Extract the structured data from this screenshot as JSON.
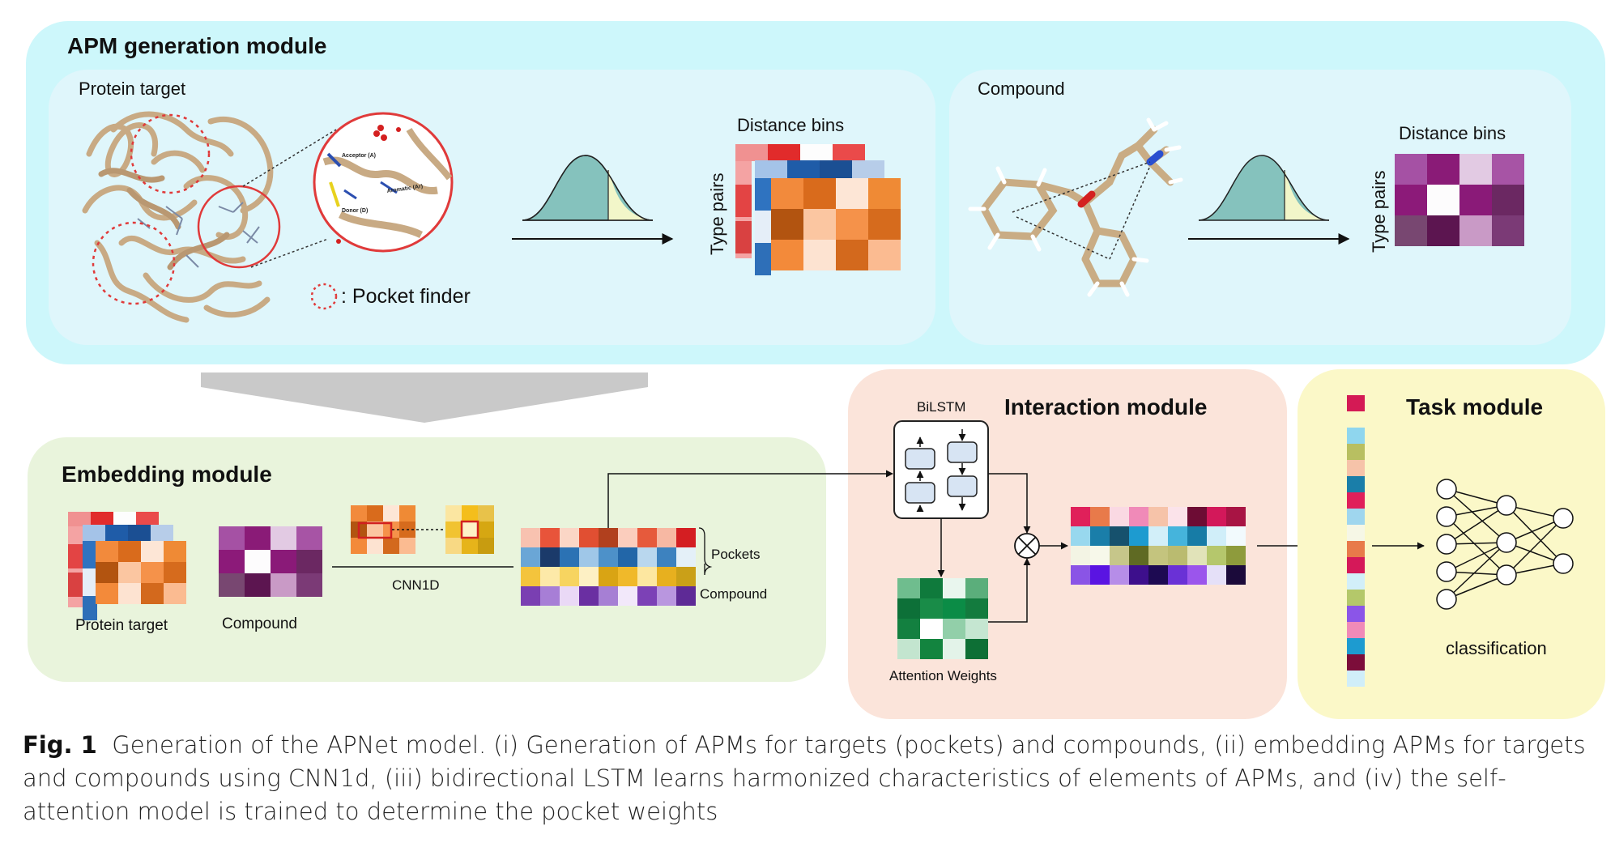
{
  "modules": {
    "apm": {
      "title": "APM generation module",
      "protein_panel_label": "Protein target",
      "compound_panel_label": "Compound",
      "pocket_finder_label": ": Pocket finder",
      "distance_bins_label_1": "Distance bins",
      "distance_bins_label_2": "Distance bins",
      "type_pairs_label_1": "Type pairs",
      "type_pairs_label_2": "Type pairs",
      "zoom_labels": {
        "acceptor": "Acceptor (A)",
        "aromatic": "Aromatic (Ar)",
        "donor": "Donor (D)"
      }
    },
    "embedding": {
      "title": "Embedding module",
      "protein_label": "Protein target",
      "compound_label": "Compound",
      "cnn_label": "CNN1D",
      "pockets_label": "Pockets",
      "compound_row_label": "Compound"
    },
    "interaction": {
      "title": "Interaction module",
      "bilstm_label": "BiLSTM",
      "attention_label": "Attention Weights"
    },
    "task": {
      "title": "Task module",
      "classification_label": "classification"
    }
  },
  "colors": {
    "apm_bg": "#cdf7fb",
    "apm_panel": "#dff6fb",
    "embedding_bg": "#e9f4dc",
    "interaction_bg": "#fbe4da",
    "task_bg": "#fbf8c8",
    "arrow_block": "#c9c9c9"
  },
  "caption": {
    "label": "Fig. 1",
    "text": "Generation of the APNet model. (i) Generation of APMs for targets (pockets) and compounds, (ii) embedding APMs for targets and compounds using CNN1d, (iii) bidirectional LSTM learns harmonized characteristics of elements of APMs, and (iv) the self-attention model is trained to determine the pocket weights"
  }
}
